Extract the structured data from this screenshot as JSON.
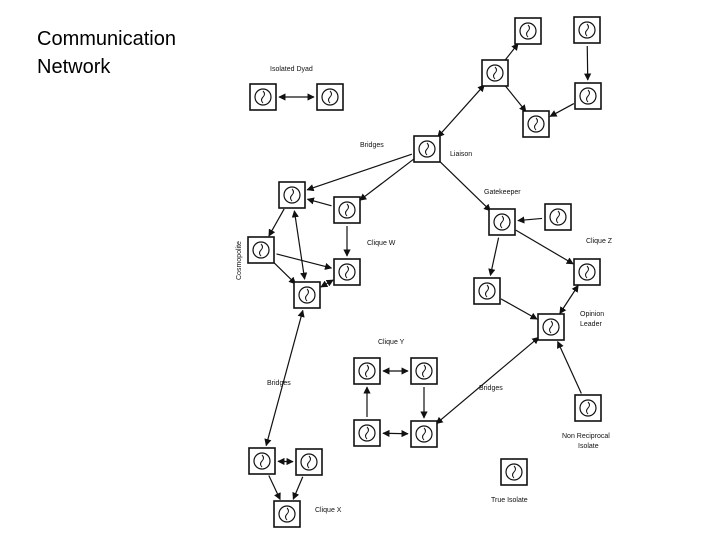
{
  "title": {
    "line1": "Communication",
    "line2": "Network"
  },
  "labels": {
    "isolated_dyad": "Isolated Dyad",
    "bridges_top": "Bridges",
    "liaison": "Liaison",
    "gatekeeper": "Gatekeeper",
    "cosmopolite": "Cosmopolite",
    "clique_w": "Clique W",
    "clique_z": "Clique Z",
    "opinion_leader_1": "Opinion",
    "opinion_leader_2": "Leader",
    "clique_y": "Clique Y",
    "bridges_left": "Bridges",
    "bridges_right": "Bridges",
    "non_reciprocal_1": "Non Reciprocal",
    "non_reciprocal_2": "Isolate",
    "true_isolate": "True Isolate",
    "clique_x": "Clique X"
  },
  "colors": {
    "line": "#111111",
    "box": "#ffffff",
    "text": "#000000"
  }
}
